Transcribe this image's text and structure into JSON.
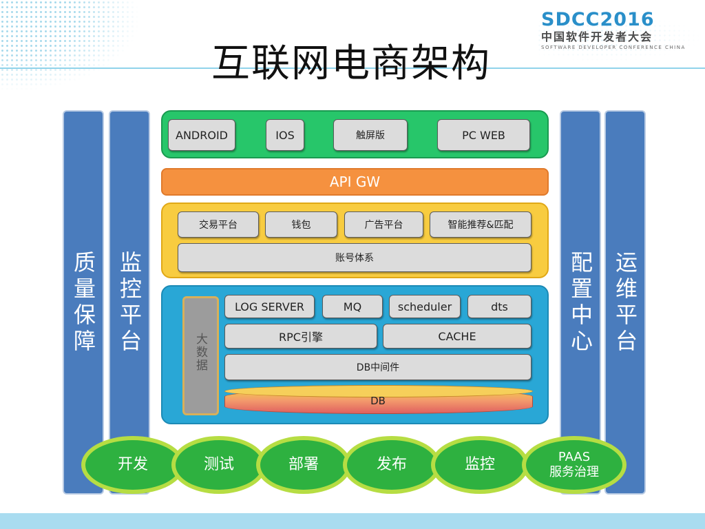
{
  "title": "互联网电商架构",
  "brand": {
    "main": "SDCC2016",
    "cn": "中国软件开发者大会",
    "en": "SOFTWARE DEVELOPER CONFERENCE CHINA"
  },
  "pillars": {
    "quality": "质量保障",
    "monitor": "监控平台",
    "config": "配置中心",
    "ops": "运维平台"
  },
  "clients": [
    "ANDROID",
    "IOS",
    "触屏版",
    "PC WEB"
  ],
  "gateway": "API GW",
  "business": {
    "services": [
      "交易平台",
      "钱包",
      "广告平台",
      "智能推荐&匹配"
    ],
    "account": "账号体系"
  },
  "infra": {
    "bigdata": "大数据",
    "row1": [
      "LOG SERVER",
      "MQ",
      "scheduler",
      "dts"
    ],
    "row2": [
      "RPC引擎",
      "CACHE"
    ],
    "middleware": "DB中间件",
    "db": "DB"
  },
  "lifecycle": [
    {
      "label": "开发"
    },
    {
      "label": "测试"
    },
    {
      "label": "部署"
    },
    {
      "label": "发布"
    },
    {
      "label": "监控"
    },
    {
      "line1": "PAAS",
      "line2": "服务治理"
    }
  ],
  "colors": {
    "pillar": "#4a7cbd",
    "client_layer": "#27c66a",
    "gateway": "#f5913f",
    "business_layer": "#f8cc40",
    "infra_layer": "#29a7d6",
    "circle_fill": "#2eb140",
    "circle_ring": "#b6dd43"
  }
}
